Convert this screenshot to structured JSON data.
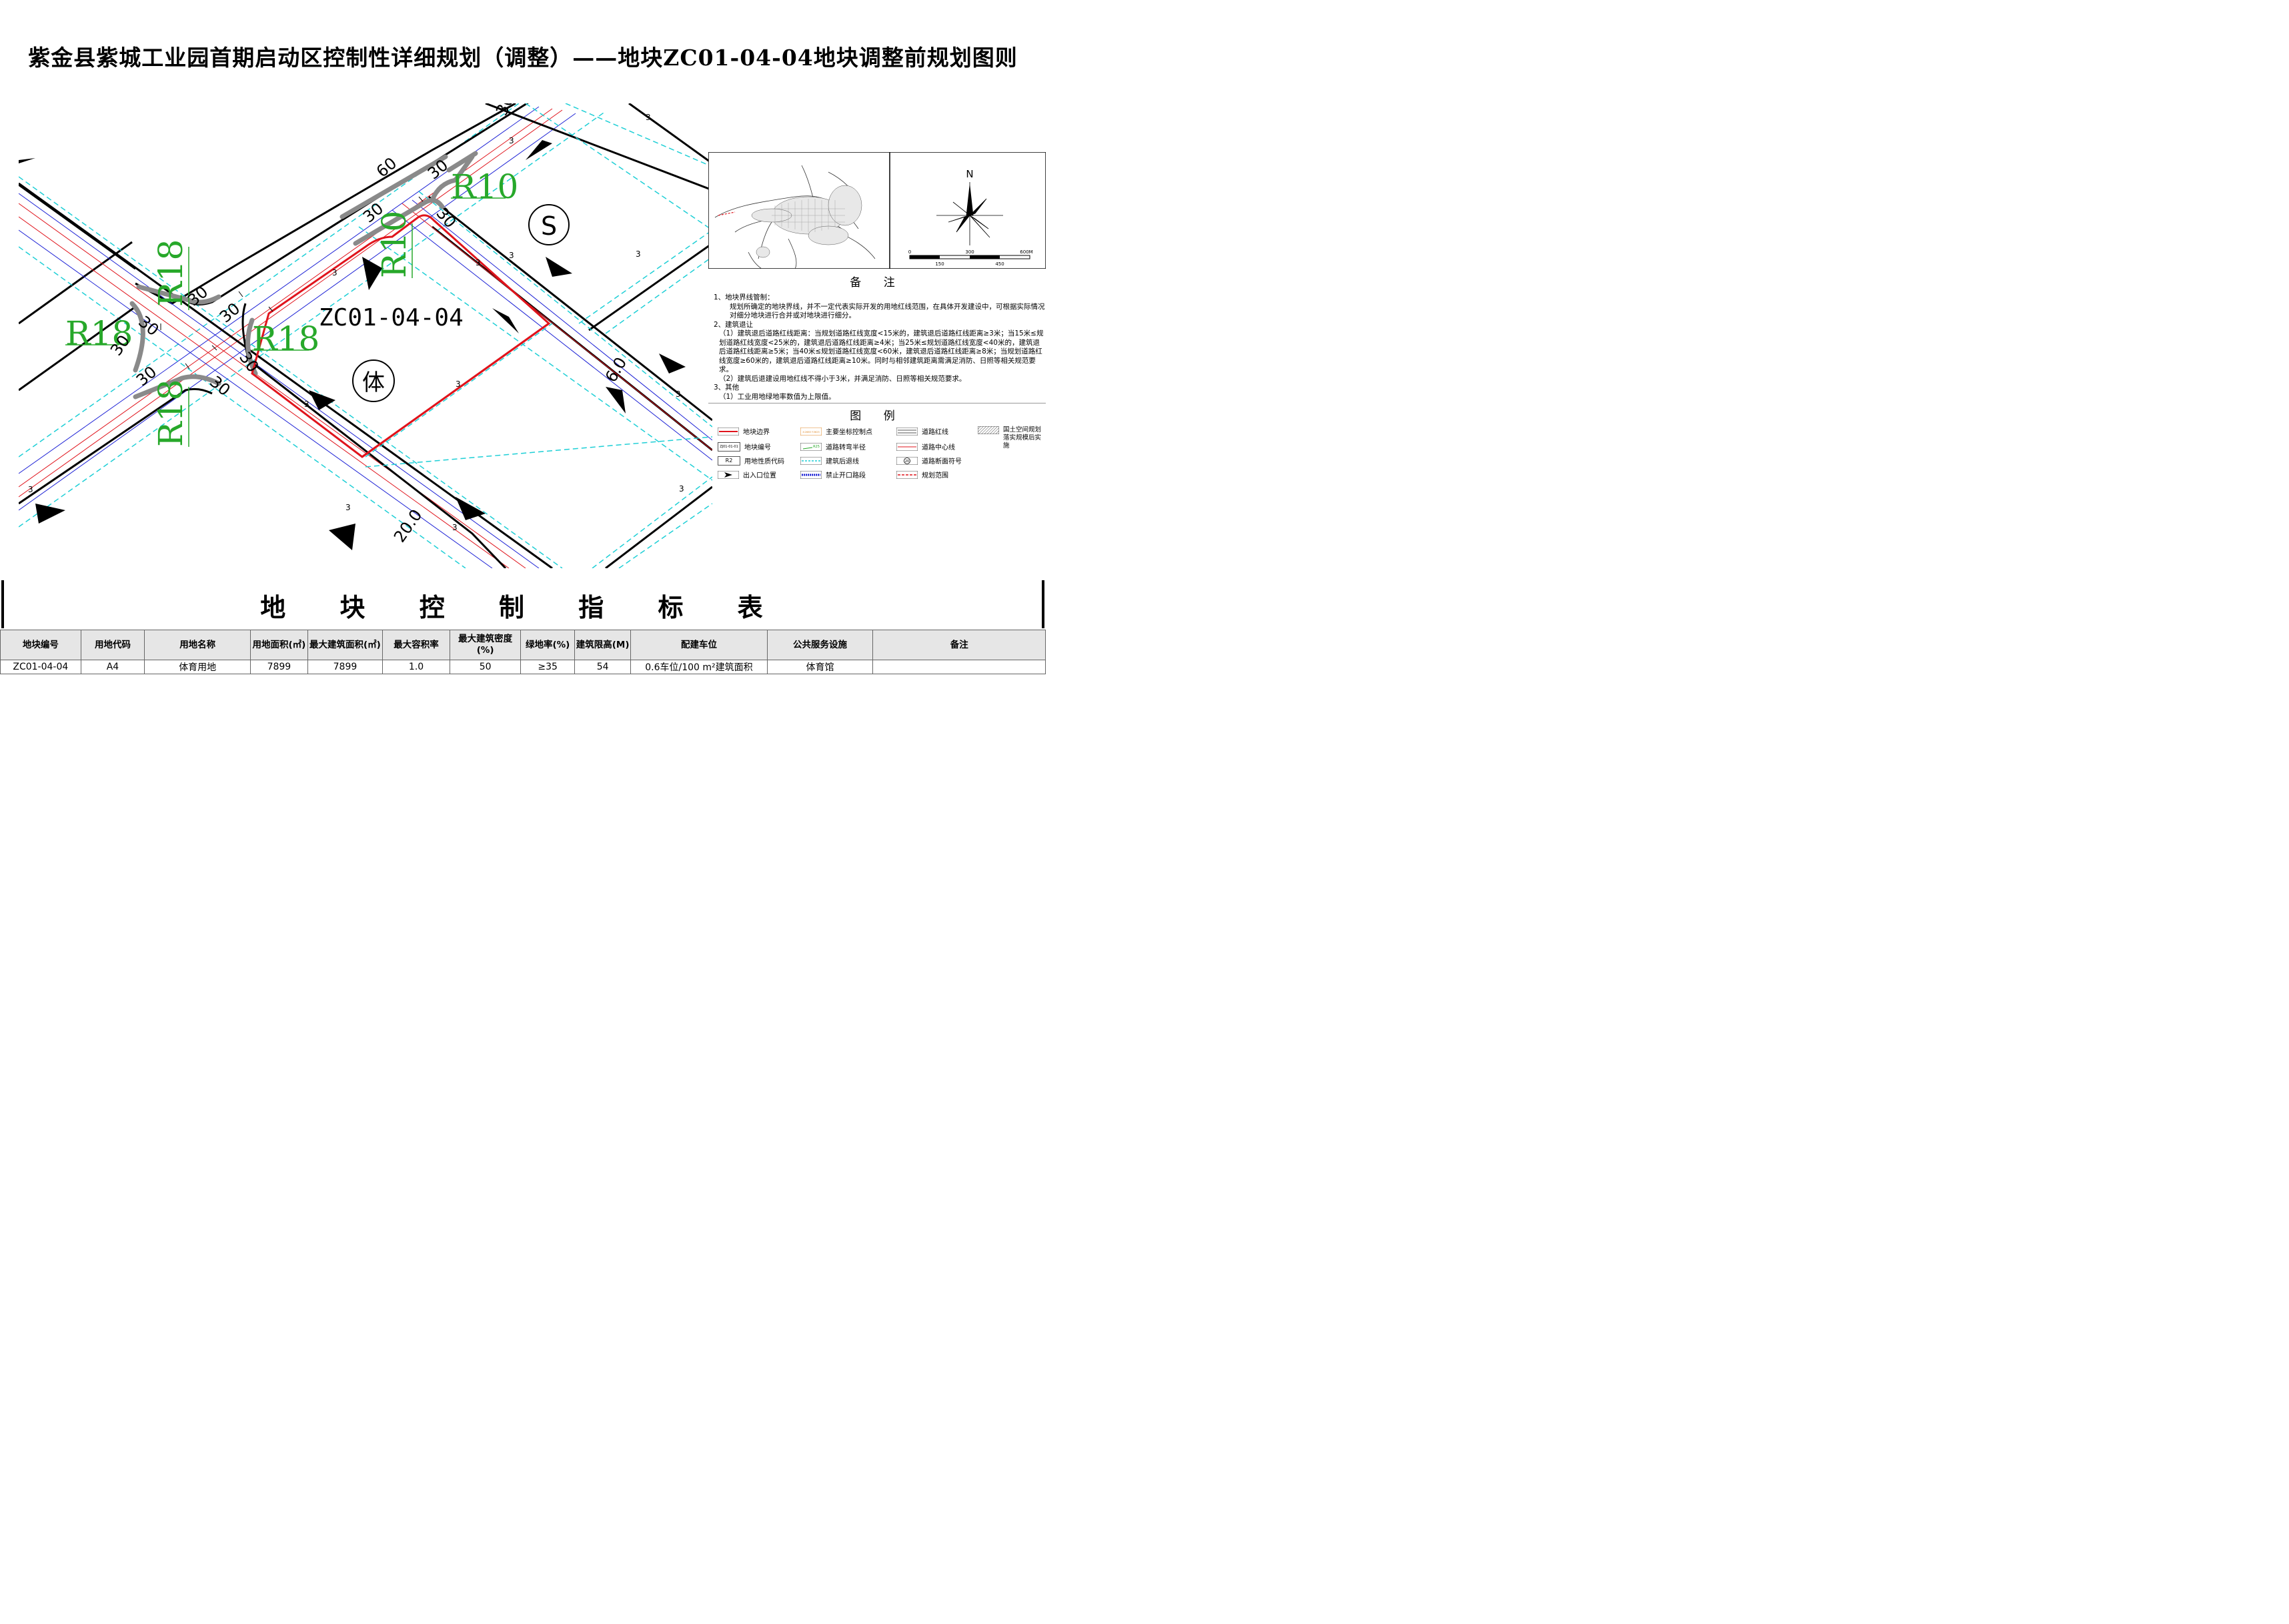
{
  "title": "紫金县紫城工业园首期启动区控制性详细规划（调整）——地块ZC01-04-04地块调整前规划图则",
  "map": {
    "parcel_id": "ZC01-04-04",
    "land_use_symbol": "体",
    "adjacent_symbol": "S",
    "radii": {
      "r18": "R18",
      "r10": "R10"
    },
    "dims": {
      "d30": "30",
      "d60": "60",
      "d3": "3",
      "d20": "20.0",
      "d30b": "30.0",
      "d6": "6.0"
    }
  },
  "inset": {
    "north_label": "N",
    "scale_top": [
      "0",
      "300",
      "600M"
    ],
    "scale_bottom": [
      "150",
      "450"
    ]
  },
  "notes": {
    "title": "备 注",
    "lines": [
      "1、地块界线管制：",
      "规划所确定的地块界线，并不一定代表实际开发的用地红线范围，在具体开发建设中，可根据实际情况对细分地块进行合并或对地块进行细分。",
      "2、建筑退让",
      "（1）建筑退后道路红线距离：当规划道路红线宽度<15米的，建筑退后道路红线距离≥3米；当15米≤规划道路红线宽度<25米的，建筑退后道路红线距离≥4米；当25米≤规划道路红线宽度<40米的，建筑退后道路红线距离≥5米；当40米≤规划道路红线宽度<60米，建筑退后道路红线距离≥8米；当规划道路红线宽度≥60米的，建筑退后道路红线距离≥10米。同时与相邻建筑距离需满足消防、日照等相关规范要求。",
      "（2）建筑后退建设用地红线不得小于3米，并满足消防、日照等相关规范要求。",
      "3、其他",
      "（1）工业用地绿地率数值为上限值。"
    ]
  },
  "legend": {
    "title": "图 例",
    "items": [
      "地块边界",
      "主要坐标控制点",
      "道路红线",
      "国土空间规划落实规模后实施",
      "地块编号",
      "道路转弯半径",
      "道路中心线",
      "用地性质代码",
      "建筑后退线",
      "道路断面符号",
      "出入口位置",
      "禁止开口路段",
      "规划范围"
    ],
    "sample_code": "ZJ01-01-01",
    "sample_radius": "R25",
    "sample_use": "R2",
    "sample_section": "20",
    "sample_coord": "X:2685 Y:3625"
  },
  "table": {
    "title": "地 块 控 制 指 标 表",
    "headers": [
      "地块编号",
      "用地代码",
      "用地名称",
      "用地面积(㎡)",
      "最大建筑面积(㎡)",
      "最大容积率",
      "最大建筑密度(%)",
      "绿地率(%)",
      "建筑限高(M)",
      "配建车位",
      "公共服务设施",
      "备注"
    ],
    "row": [
      "ZC01-04-04",
      "A4",
      "体育用地",
      "7899",
      "7899",
      "1.0",
      "50",
      "≥35",
      "54",
      "0.6车位/100 m²建筑面积",
      "体育馆",
      ""
    ]
  },
  "colors": {
    "parcel": "#e0141c",
    "setback": "#1ecfd6",
    "forbidden": "#1f24d6",
    "radius": "#27a82a",
    "road": "#000000"
  }
}
